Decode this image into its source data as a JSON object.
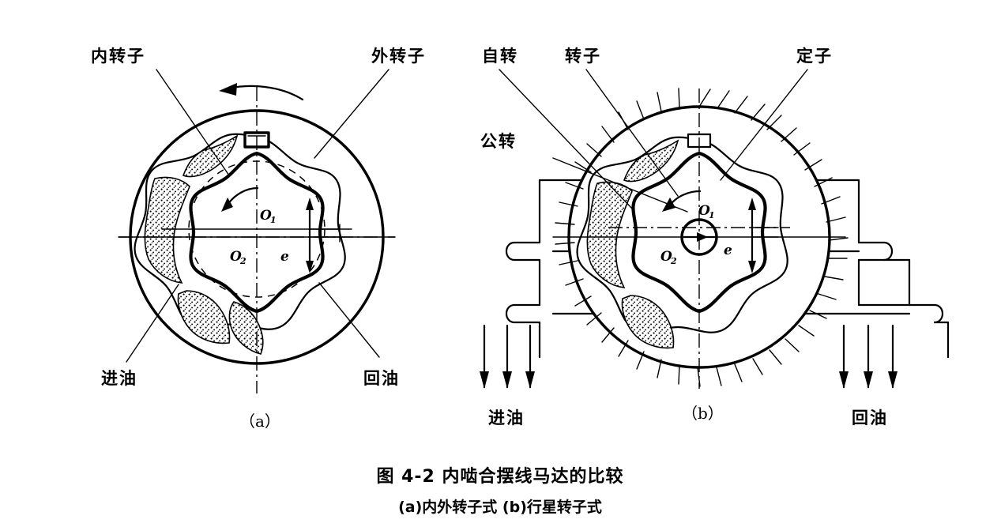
{
  "figure": {
    "caption_main": "图 4-2   内啮合摆线马达的比较",
    "caption_sub": "(a)内外转子式    (b)行星转子式"
  },
  "panel_a": {
    "id": "（a）",
    "labels": {
      "inner_rotor": "内转子",
      "outer_rotor": "外转子",
      "oil_inlet": "进油",
      "oil_return": "回油",
      "center_inner": "O",
      "center_inner_sub": "1",
      "center_outer": "O",
      "center_outer_sub": "2",
      "eccentricity": "e"
    }
  },
  "panel_b": {
    "id": "（b）",
    "labels": {
      "rotation_self": "自转",
      "rotation_orbit": "公转",
      "rotor": "转子",
      "stator": "定子",
      "oil_inlet": "进油",
      "oil_return": "回油",
      "center_inner": "O",
      "center_inner_sub": "1",
      "center_outer": "O",
      "center_outer_sub": "2",
      "eccentricity": "e"
    }
  },
  "colors": {
    "ink": "#000000",
    "paper": "#ffffff"
  }
}
